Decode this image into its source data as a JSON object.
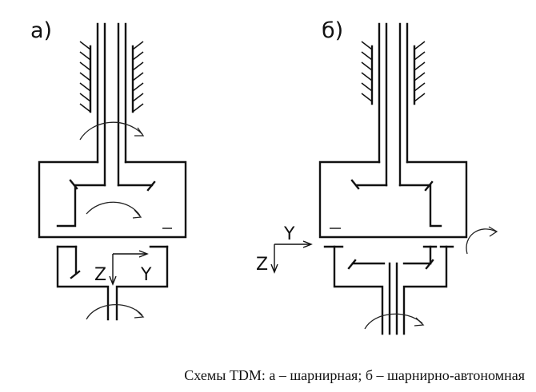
{
  "diagram": {
    "label_a": "а)",
    "label_b": "б)",
    "axis_z": "Z",
    "axis_y": "Y",
    "caption": "Схемы TDM: а – шарнирная; б – шарнирно-автономная"
  }
}
